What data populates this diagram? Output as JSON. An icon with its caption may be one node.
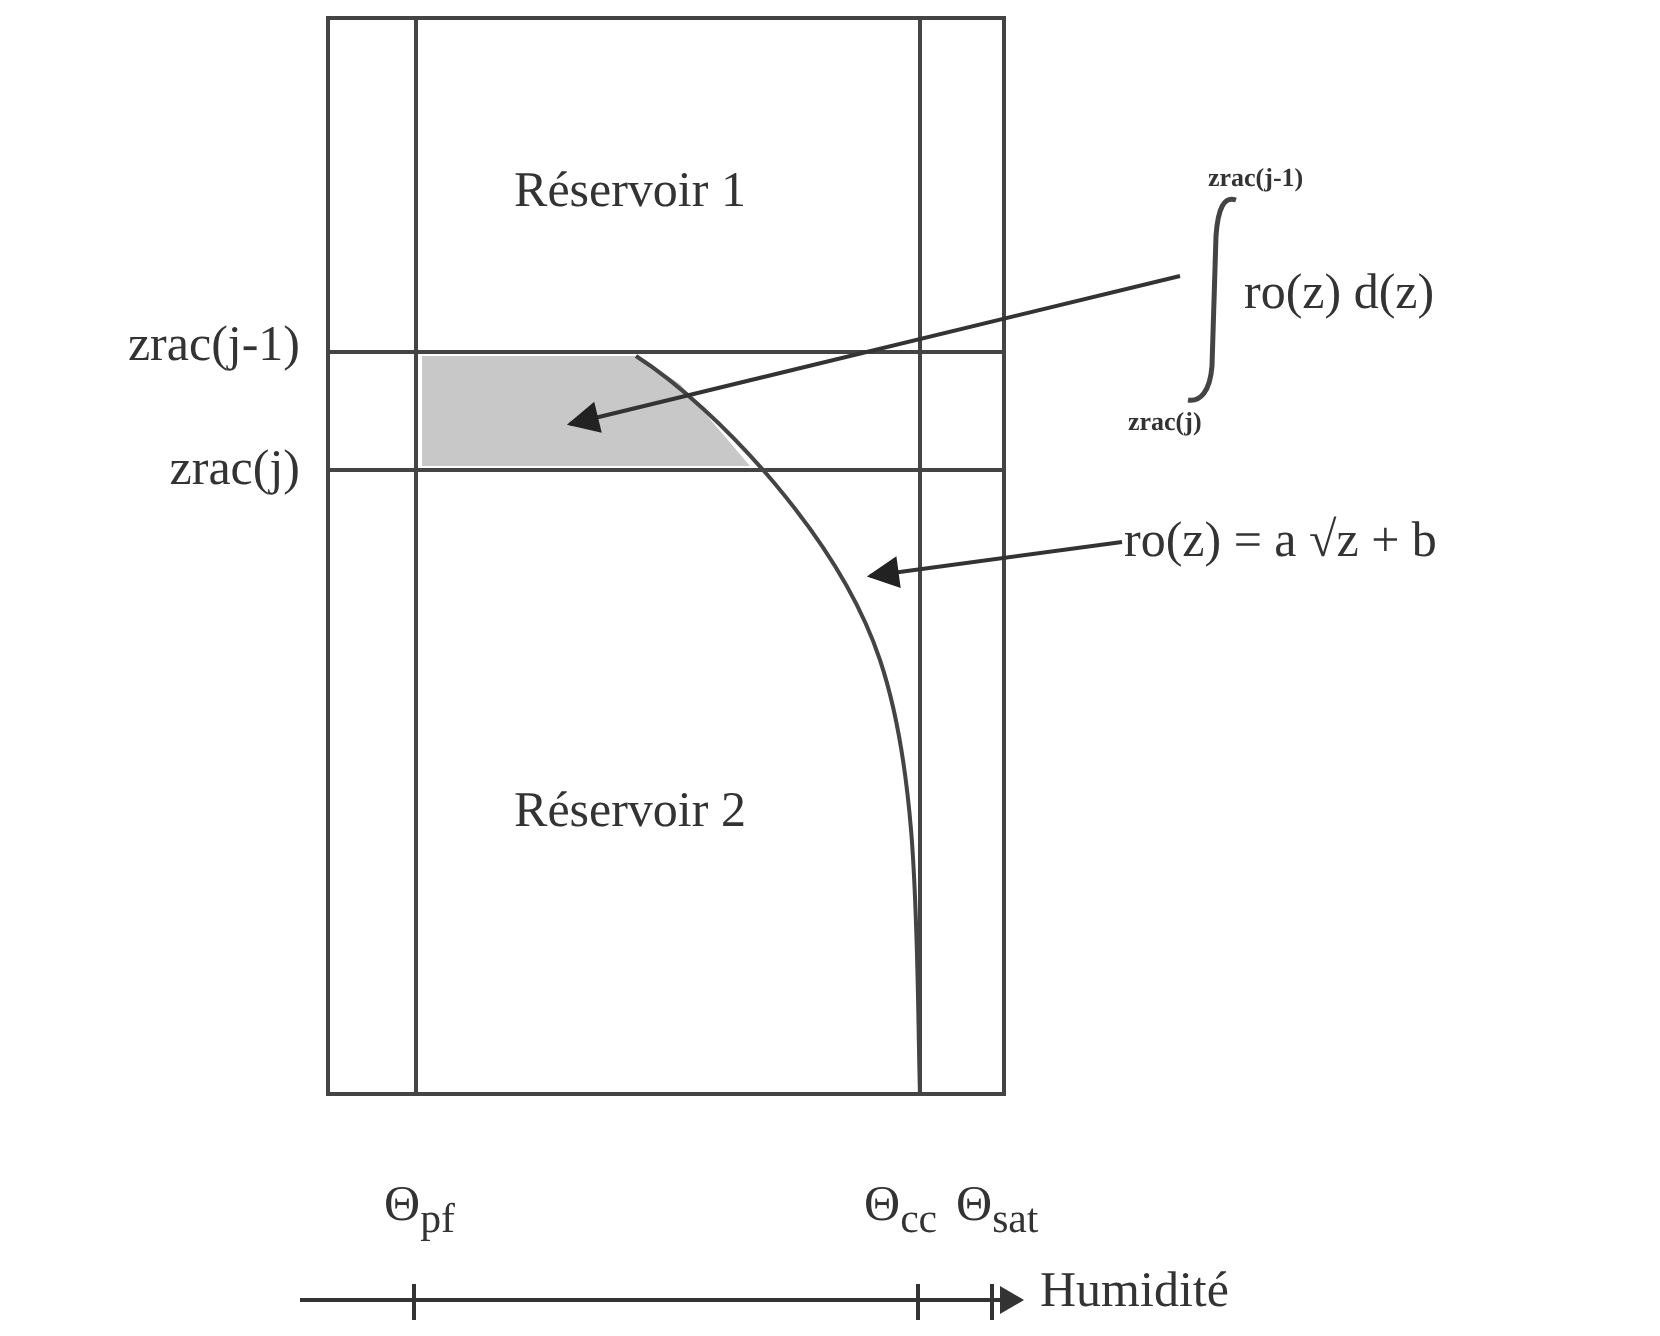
{
  "diagram": {
    "nodes": [
      {
        "text": [],
        "shape": "box"
      },
      {
        "text": [
          "Réservoir 1"
        ],
        "in": 0
      },
      {
        "text": [],
        "shape": "box",
        "in": 0
      },
      {
        "text": [
          "Réservoir 2"
        ],
        "in": 0
      },
      {
        "text": [
          "zrac(j-1)",
          "ro(z) d(z)",
          "zrac(j)"
        ]
      },
      {
        "text": [
          "ro(z) = a √z + b"
        ]
      }
    ],
    "edges": [
      {
        "from": 4,
        "to": 2,
        "arrow": "to"
      },
      {
        "from": 5,
        "to": null,
        "arrow": "to"
      }
    ],
    "labels": [
      "zrac(j-1)",
      "zrac(j)",
      "Θ$_{pf}$",
      "Θ$_{cc}$",
      "Θ$_{sat}$",
      "Humidité"
    ]
  }
}
